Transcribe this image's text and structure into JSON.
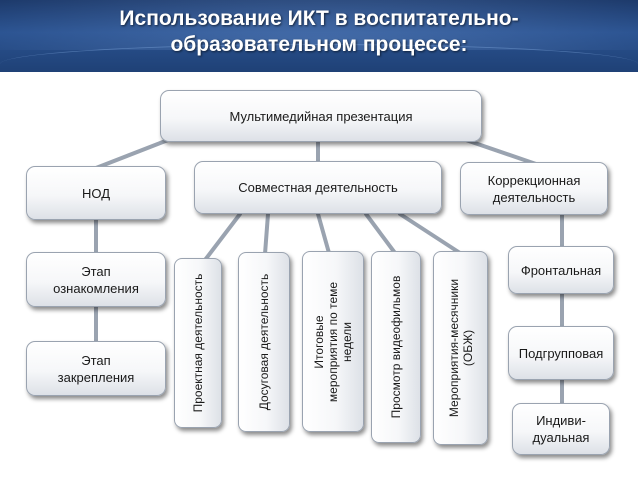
{
  "title": {
    "line1": "Использование ИКТ в воспитательно-",
    "line2": "образовательном процессе:"
  },
  "root": {
    "label": "Мультимедийная презентация"
  },
  "branches": {
    "nod": {
      "label": "НОД"
    },
    "joint": {
      "label": "Совместная деятельность"
    },
    "correction": {
      "label_line1": "Коррекционная",
      "label_line2": "деятельность"
    }
  },
  "nod_children": {
    "stage1_line1": "Этап",
    "stage1_line2": "ознакомления",
    "stage2_line1": "Этап",
    "stage2_line2": "закрепления"
  },
  "joint_children": {
    "project": "Проектная деятельность",
    "leisure": "Досуговая деятельность",
    "final_line1": "Итоговые",
    "final_line2": "мероприятия по теме",
    "final_line3": "недели",
    "video": "Просмотр видеофильмов",
    "monthly_line1": "Мероприятия-месячники",
    "monthly_line2": "(ОБЖ)"
  },
  "correction_children": {
    "frontal": "Фронтальная",
    "subgroup": "Подгрупповая",
    "individual_line1": "Индиви-",
    "individual_line2": "дуальная"
  },
  "colors": {
    "header": "#2a5290",
    "connector": "#9aa3b0",
    "box_border": "#9aa3b0",
    "text": "#1a1a1a"
  }
}
